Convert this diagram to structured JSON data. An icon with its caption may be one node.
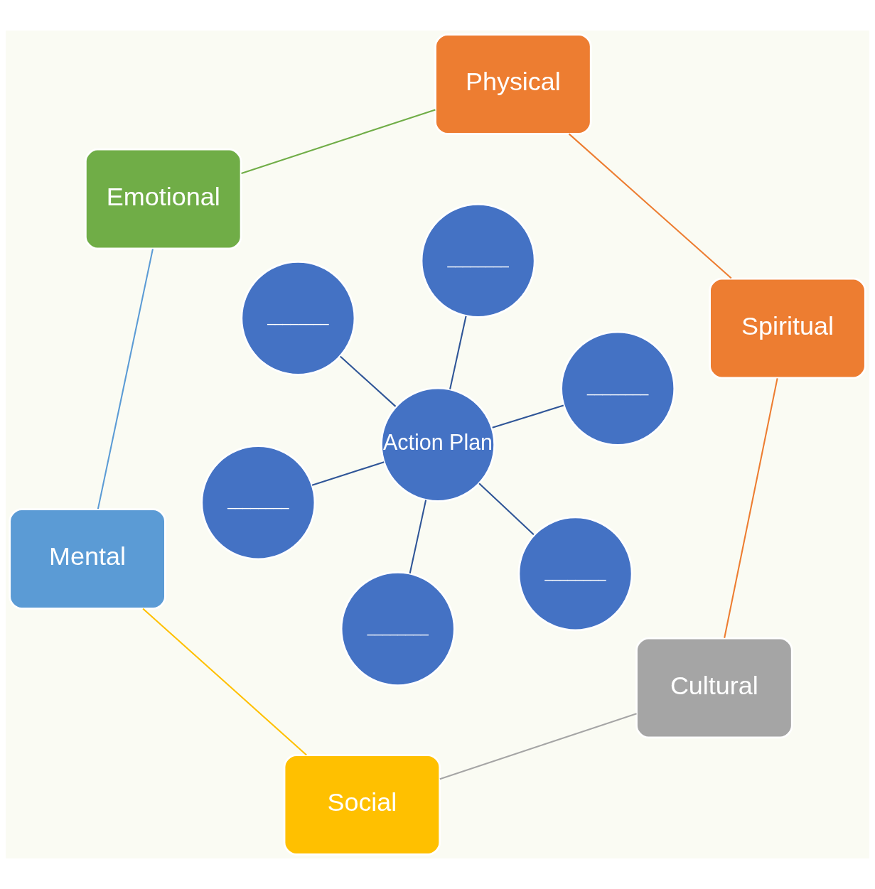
{
  "diagram": {
    "nodes": [
      {
        "text": [
          "Action Plan"
        ]
      },
      {
        "text": [
          "________"
        ]
      },
      {
        "text": [
          "________"
        ]
      },
      {
        "text": [
          "________"
        ]
      },
      {
        "text": [
          "________"
        ]
      },
      {
        "text": [
          "________"
        ]
      },
      {
        "text": [
          "________"
        ]
      },
      {
        "text": [
          "Spiritual"
        ]
      },
      {
        "text": [
          "Cultural"
        ]
      },
      {
        "text": [
          "Social"
        ]
      },
      {
        "text": [
          "Mental"
        ]
      },
      {
        "text": [
          "Emotional"
        ]
      },
      {
        "text": [
          "Physical"
        ]
      }
    ],
    "edges": [
      {
        "from": 0,
        "to": 1,
        "arrow": "none"
      },
      {
        "from": 0,
        "to": 2,
        "arrow": "none"
      },
      {
        "from": 0,
        "to": 3,
        "arrow": "none"
      },
      {
        "from": 0,
        "to": 4,
        "arrow": "none"
      },
      {
        "from": 0,
        "to": 5,
        "arrow": "none"
      },
      {
        "from": 0,
        "to": 6,
        "arrow": "none"
      },
      {
        "from": 7,
        "to": 8,
        "arrow": "none",
        "color": "#ed7d31"
      },
      {
        "from": 8,
        "to": 9,
        "arrow": "none",
        "color": "#a5a5a5"
      },
      {
        "from": 9,
        "to": 10,
        "arrow": "none",
        "color": "#ffc000"
      },
      {
        "from": 10,
        "to": 11,
        "arrow": "none",
        "color": "#5b9bd5"
      },
      {
        "from": 11,
        "to": 12,
        "arrow": "none",
        "color": "#70ad47"
      },
      {
        "from": 12,
        "to": 7,
        "arrow": "none",
        "color": "#ed7d31"
      }
    ]
  }
}
